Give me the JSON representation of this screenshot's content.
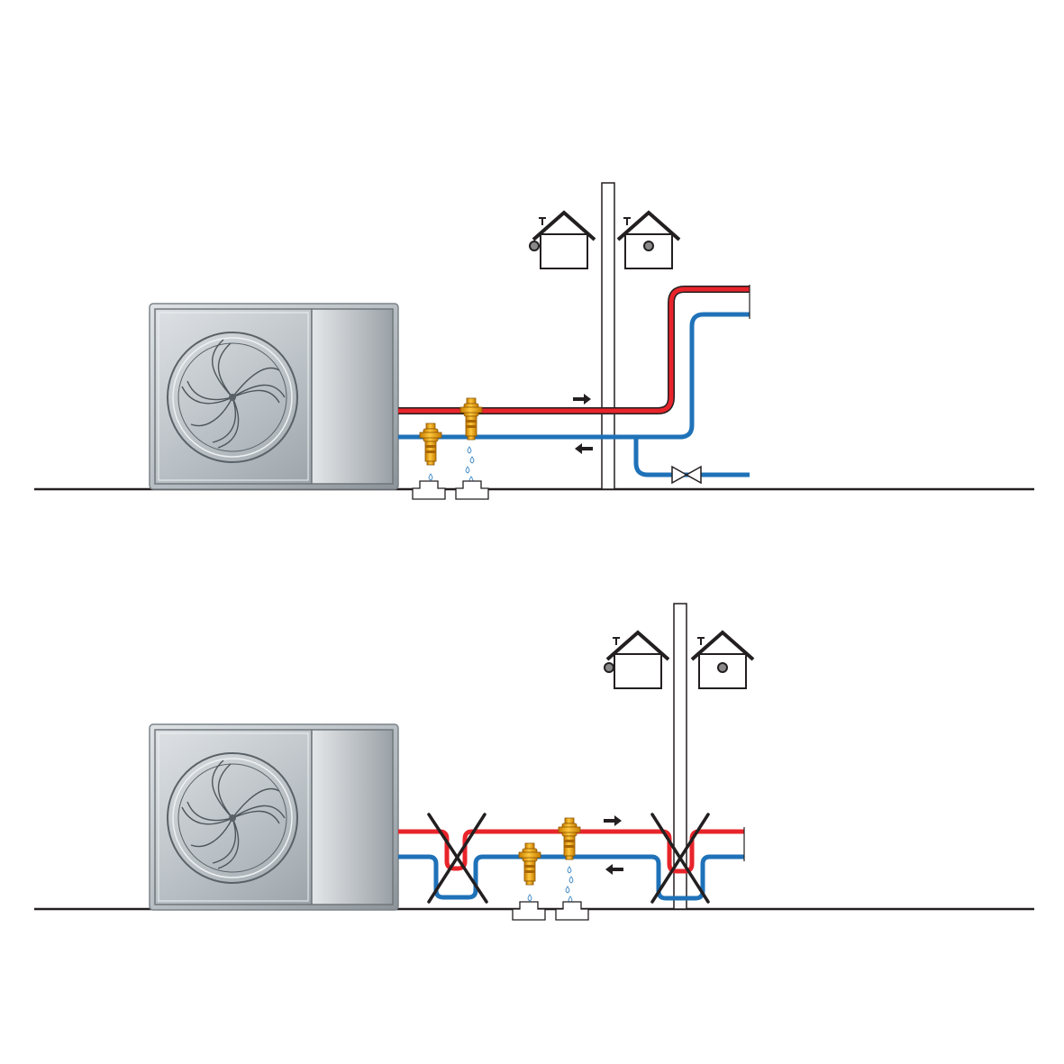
{
  "colors": {
    "hot_pipe": "#e8242b",
    "cold_pipe": "#1f72b8",
    "outline": "#231f20",
    "ground": "#231f20",
    "valve_brass": "#f6a800",
    "valve_dark": "#c67c00",
    "water_drop": "#4a90c8",
    "unit_light": "#d9dde0",
    "unit_dark": "#8e969c"
  },
  "icons": {
    "heat_pump": "heat-pump-unit-icon",
    "house": "house-icon",
    "valve_antifreeze": "antifreeze-valve-icon",
    "drain_tray": "drain-tray-icon",
    "shutoff_valve": "shutoff-valve-icon",
    "wrong_cross": "cross-out-icon",
    "flow_arrow": "flow-arrow-icon"
  },
  "panels": [
    {
      "id": "correct-installation",
      "status": "correct"
    },
    {
      "id": "wrong-installation",
      "status": "incorrect"
    }
  ]
}
